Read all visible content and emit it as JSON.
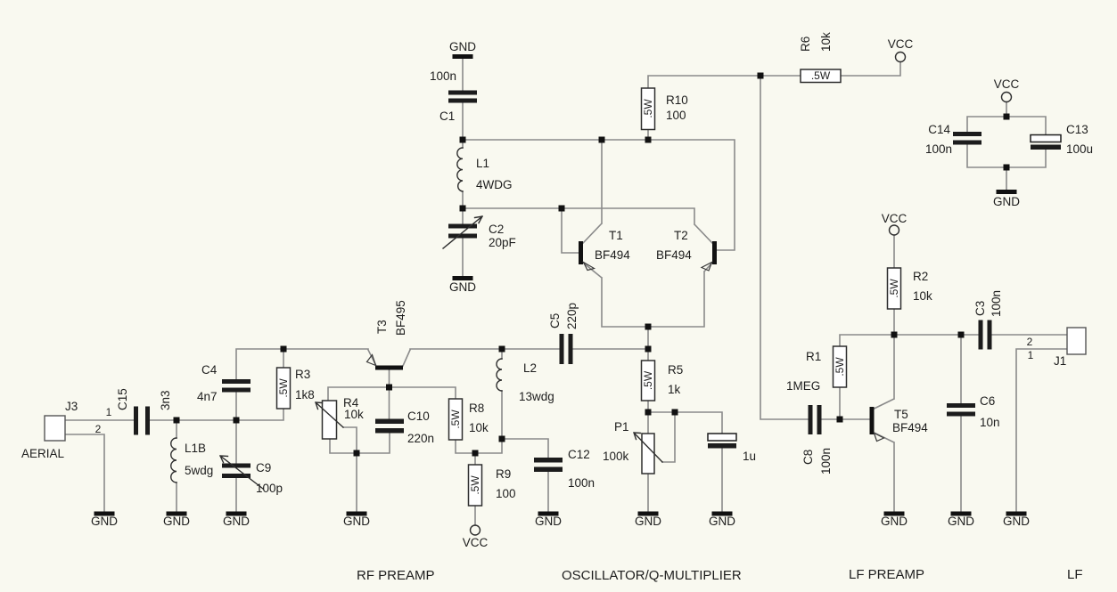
{
  "sections": {
    "rf_preamp": "RF PREAMP",
    "oscillator": "OSCILLATOR/Q-MULTIPLIER",
    "lf_preamp": "LF PREAMP",
    "lf": "LF"
  },
  "symbols": {
    "gnd": "GND",
    "vcc": "VCC"
  },
  "pins": {
    "one": "1",
    "two": "2"
  },
  "components": {
    "c1": {
      "ref": "C1",
      "value": "100n"
    },
    "c2": {
      "ref": "C2",
      "value": "20pF"
    },
    "c3": {
      "ref": "C3",
      "value": "100n"
    },
    "c4": {
      "ref": "C4",
      "value": "4n7"
    },
    "c5": {
      "ref": "C5",
      "value": "220p"
    },
    "c6": {
      "ref": "C6",
      "value": "10n"
    },
    "c8": {
      "ref": "C8",
      "value": "100n"
    },
    "c9": {
      "ref": "C9",
      "value": "100p"
    },
    "c10": {
      "ref": "C10",
      "value": "220n"
    },
    "c12": {
      "ref": "C12",
      "value": "100n"
    },
    "c13": {
      "ref": "C13",
      "value": "100u"
    },
    "c14": {
      "ref": "C14",
      "value": "100n"
    },
    "c15": {
      "ref": "C15",
      "value": "3n3"
    },
    "cap_1u": {
      "value": "1u"
    },
    "r1": {
      "ref": "R1",
      "value": "1MEG",
      "wattage": ".5W"
    },
    "r2": {
      "ref": "R2",
      "value": "10k",
      "wattage": ".5W"
    },
    "r3": {
      "ref": "R3",
      "value": "1k8",
      "wattage": ".5W"
    },
    "r4": {
      "ref": "R4",
      "value": "10k"
    },
    "r5": {
      "ref": "R5",
      "value": "1k",
      "wattage": ".5W"
    },
    "r6": {
      "ref": "R6",
      "value": "10k",
      "wattage": ".5W"
    },
    "r8": {
      "ref": "R8",
      "value": "10k",
      "wattage": ".5W"
    },
    "r9": {
      "ref": "R9",
      "value": "100",
      "wattage": ".5W"
    },
    "r10": {
      "ref": "R10",
      "value": "100",
      "wattage": ".5W"
    },
    "p1": {
      "ref": "P1",
      "value": "100k"
    },
    "l1": {
      "ref": "L1",
      "value": "4WDG"
    },
    "l1b": {
      "ref": "L1B",
      "value": "5wdg"
    },
    "l2": {
      "ref": "L2",
      "value": "13wdg"
    },
    "t1": {
      "ref": "T1",
      "value": "BF494"
    },
    "t2": {
      "ref": "T2",
      "value": "BF494"
    },
    "t3": {
      "ref": "T3",
      "value": "BF495"
    },
    "t5": {
      "ref": "T5",
      "value": "BF494"
    },
    "j1": {
      "ref": "J1"
    },
    "j3": {
      "ref": "J3",
      "label": "AERIAL"
    }
  },
  "colors": {
    "background": "#f9f9f0",
    "wire": "#8a8a8a",
    "component": "#1c1c1c",
    "text": "#1d1d1d"
  }
}
